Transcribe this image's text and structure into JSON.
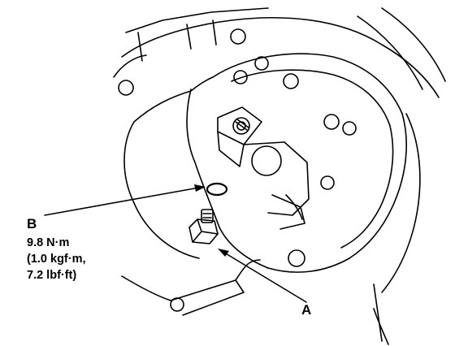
{
  "callouts": {
    "b": {
      "letter": "B",
      "torque_lines": [
        "9.8 N·m",
        "(1.0 kgf·m,",
        "7.2 lbf·ft)"
      ]
    },
    "a": {
      "letter": "A"
    }
  },
  "colors": {
    "line": "#000000",
    "background": "#ffffff"
  }
}
